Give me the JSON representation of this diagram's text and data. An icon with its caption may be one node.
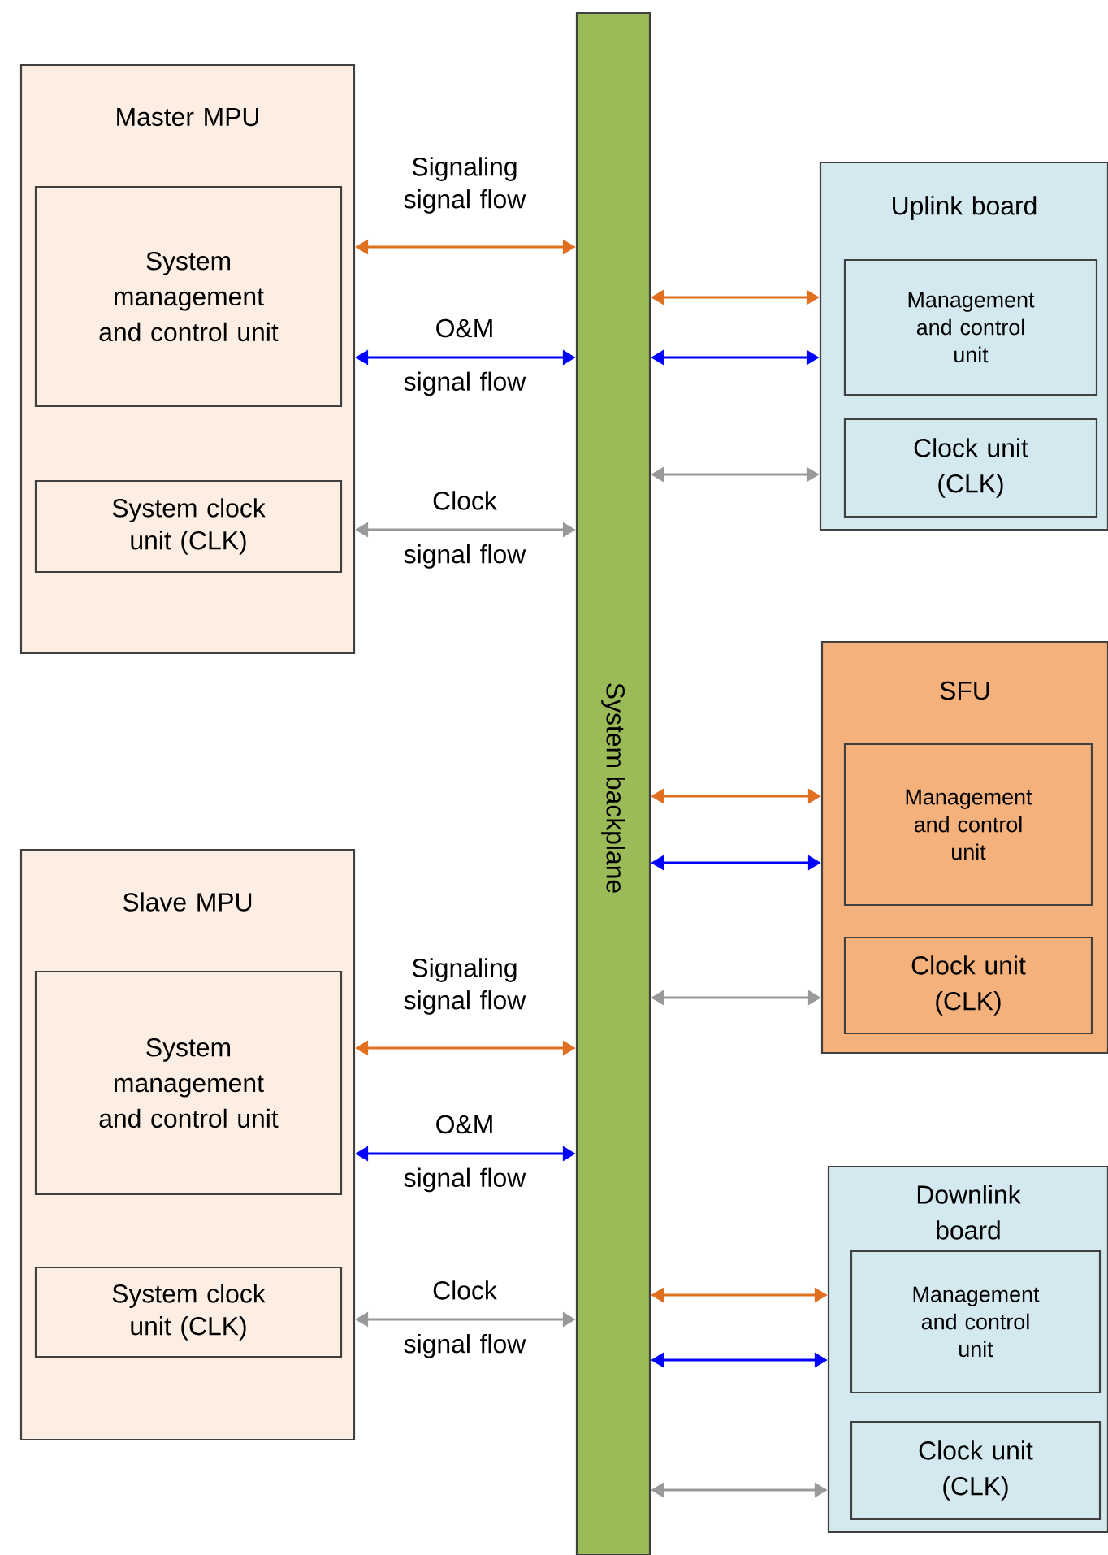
{
  "diagram": {
    "nodes": [
      {
        "text": [
          "Master MPU"
        ]
      },
      {
        "text": [
          "System management and control unit"
        ],
        "in": 0
      },
      {
        "text": [
          "System clock unit (CLK)"
        ],
        "in": 0
      },
      {
        "text": [
          "Slave MPU"
        ]
      },
      {
        "text": [
          "System management and control unit"
        ],
        "in": 3
      },
      {
        "text": [
          "System clock unit (CLK)"
        ],
        "in": 3
      },
      {
        "text": [
          "System backplane"
        ]
      },
      {
        "text": [
          "Uplink board"
        ]
      },
      {
        "text": [
          "Management and control unit"
        ],
        "in": 7
      },
      {
        "text": [
          "Clock unit (CLK)"
        ],
        "in": 7
      },
      {
        "text": [
          "SFU"
        ]
      },
      {
        "text": [
          "Management and control unit"
        ],
        "in": 10
      },
      {
        "text": [
          "Clock unit (CLK)"
        ],
        "in": 10
      },
      {
        "text": [
          "Downlink board"
        ]
      },
      {
        "text": [
          "Management and control unit"
        ],
        "in": 13
      },
      {
        "text": [
          "Clock unit (CLK)"
        ],
        "in": 13
      }
    ],
    "edges": [
      {
        "from": 0,
        "to": 6,
        "arrow": "both",
        "color": "#e07020",
        "label": "Signaling signal flow"
      },
      {
        "from": 0,
        "to": 6,
        "arrow": "both",
        "color": "#0000ff",
        "label": "O&M signal flow"
      },
      {
        "from": 0,
        "to": 6,
        "arrow": "both",
        "color": "#999999",
        "label": "Clock signal flow"
      },
      {
        "from": 3,
        "to": 6,
        "arrow": "both",
        "color": "#e07020",
        "label": "Signaling signal flow"
      },
      {
        "from": 3,
        "to": 6,
        "arrow": "both",
        "color": "#0000ff",
        "label": "O&M signal flow"
      },
      {
        "from": 3,
        "to": 6,
        "arrow": "both",
        "color": "#999999",
        "label": "Clock signal flow"
      },
      {
        "from": 6,
        "to": 7,
        "arrow": "both",
        "color": "#e07020"
      },
      {
        "from": 6,
        "to": 7,
        "arrow": "both",
        "color": "#0000ff"
      },
      {
        "from": 6,
        "to": 7,
        "arrow": "both",
        "color": "#999999"
      },
      {
        "from": 6,
        "to": 10,
        "arrow": "both",
        "color": "#e07020"
      },
      {
        "from": 6,
        "to": 10,
        "arrow": "both",
        "color": "#0000ff"
      },
      {
        "from": 6,
        "to": 10,
        "arrow": "both",
        "color": "#999999"
      },
      {
        "from": 6,
        "to": 13,
        "arrow": "both",
        "color": "#e07020"
      },
      {
        "from": 6,
        "to": 13,
        "arrow": "both",
        "color": "#0000ff"
      },
      {
        "from": 6,
        "to": 13,
        "arrow": "both",
        "color": "#999999"
      }
    ]
  }
}
